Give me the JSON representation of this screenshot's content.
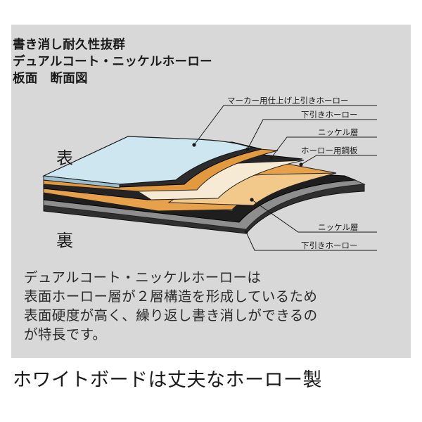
{
  "heading": {
    "line1": "書き消し耐久性抜群",
    "line2": "デュアルコート・ニッケルホーロー",
    "line3": "板面　断面図"
  },
  "side_labels": {
    "front": "表",
    "back": "裏"
  },
  "layer_labels": {
    "marker_enamel": "マーカー用仕上げ上引きホーロー",
    "ground_enamel_top": "下引きホーロー",
    "nickel_top": "ニッケル層",
    "enamel_steel": "ホーロー用鋼板",
    "nickel_bottom": "ニッケル層",
    "ground_enamel_bottom": "下引きホーロー"
  },
  "description": {
    "line1": "デュアルコート・ニッケルホーローは",
    "line2": "表面ホーロー層が２層構造を形成しているため",
    "line3": "表面硬度が高く、繰り返し書き消しができるの",
    "line4": "が特長です。"
  },
  "caption": "ホワイトボードは丈夫なホーロー製"
}
